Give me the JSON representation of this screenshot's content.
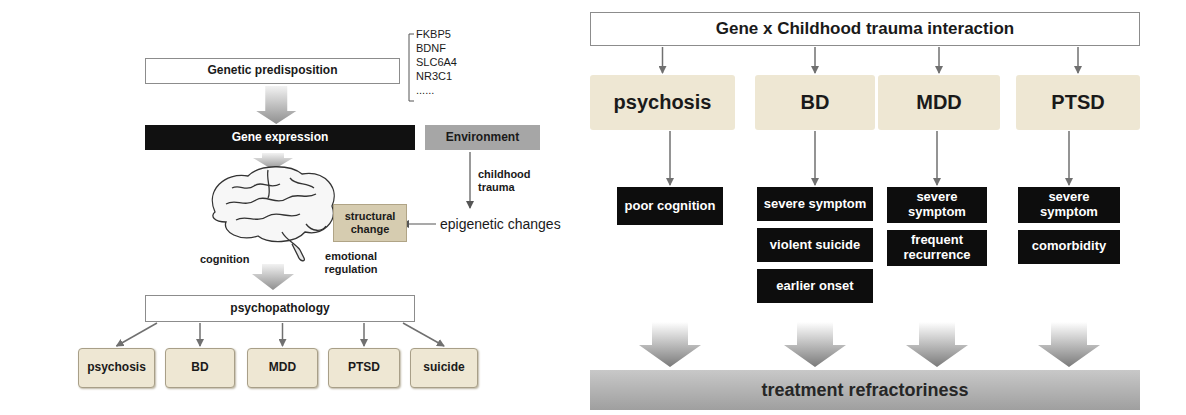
{
  "diagram": {
    "nodes": [
      {
        "text": [
          "Genetic predisposition"
        ]
      },
      {
        "text": [
          "Gene expression"
        ]
      },
      {
        "text": [
          "Environment"
        ]
      },
      {
        "text": [
          "structural change"
        ]
      },
      {
        "text": [
          "psychopathology"
        ]
      },
      {
        "text": [
          "psychosis"
        ]
      },
      {
        "text": [
          "BD"
        ]
      },
      {
        "text": [
          "MDD"
        ]
      },
      {
        "text": [
          "PTSD"
        ]
      },
      {
        "text": [
          "suicide"
        ]
      },
      {
        "text": [
          "Gene x Childhood trauma interaction"
        ]
      },
      {
        "text": [
          "psychosis"
        ]
      },
      {
        "text": [
          "BD"
        ]
      },
      {
        "text": [
          "MDD"
        ]
      },
      {
        "text": [
          "PTSD"
        ]
      },
      {
        "text": [
          "poor cognition"
        ]
      },
      {
        "text": [
          "severe symptom"
        ]
      },
      {
        "text": [
          "violent suicide"
        ]
      },
      {
        "text": [
          "earlier onset"
        ]
      },
      {
        "text": [
          "severe symptom"
        ]
      },
      {
        "text": [
          "frequent recurrence"
        ]
      },
      {
        "text": [
          "severe symptom"
        ]
      },
      {
        "text": [
          "comorbidity"
        ]
      },
      {
        "text": [
          "treatment refractoriness"
        ]
      }
    ],
    "edges": [
      {
        "from": 0,
        "to": 1,
        "arrow": "to"
      },
      {
        "from": 4,
        "to": 5,
        "arrow": "to"
      },
      {
        "from": 4,
        "to": 6,
        "arrow": "to"
      },
      {
        "from": 4,
        "to": 7,
        "arrow": "to"
      },
      {
        "from": 4,
        "to": 8,
        "arrow": "to"
      },
      {
        "from": 4,
        "to": 9,
        "arrow": "to"
      },
      {
        "from": 10,
        "to": 11,
        "arrow": "to"
      },
      {
        "from": 10,
        "to": 12,
        "arrow": "to"
      },
      {
        "from": 10,
        "to": 13,
        "arrow": "to"
      },
      {
        "from": 10,
        "to": 14,
        "arrow": "to"
      },
      {
        "from": 11,
        "to": 15,
        "arrow": "to"
      },
      {
        "from": 12,
        "to": 16,
        "arrow": "to"
      },
      {
        "from": 13,
        "to": 19,
        "arrow": "to"
      },
      {
        "from": 14,
        "to": 21,
        "arrow": "to"
      },
      {
        "from": 15,
        "to": 23,
        "arrow": "to"
      },
      {
        "from": 18,
        "to": 23,
        "arrow": "to"
      },
      {
        "from": 20,
        "to": 23,
        "arrow": "to"
      },
      {
        "from": 22,
        "to": 23,
        "arrow": "to"
      }
    ],
    "labels": [
      "FKBP5",
      "BDNF",
      "SLC6A4",
      "NR3C1",
      "......",
      "childhood trauma",
      "epigenetic changes",
      "cognition",
      "emotional regulation"
    ]
  }
}
